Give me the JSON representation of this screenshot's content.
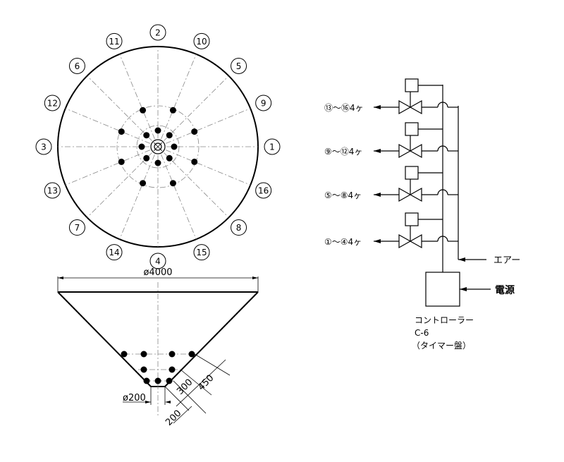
{
  "plan_view": {
    "positions": [
      {
        "label": "1",
        "angle": 0
      },
      {
        "label": "9",
        "angle": 22.5
      },
      {
        "label": "5",
        "angle": 45
      },
      {
        "label": "10",
        "angle": 67.5
      },
      {
        "label": "2",
        "angle": 90
      },
      {
        "label": "11",
        "angle": 112.5
      },
      {
        "label": "6",
        "angle": 135
      },
      {
        "label": "12",
        "angle": 157.5
      },
      {
        "label": "3",
        "angle": 180
      },
      {
        "label": "13",
        "angle": 202.5
      },
      {
        "label": "7",
        "angle": 225
      },
      {
        "label": "14",
        "angle": 247.5
      },
      {
        "label": "4",
        "angle": 270
      },
      {
        "label": "15",
        "angle": 292.5
      },
      {
        "label": "8",
        "angle": 315
      },
      {
        "label": "16",
        "angle": 337.5
      }
    ]
  },
  "elevation": {
    "diameter_label": "ø4000",
    "bottom_diameter_label": "ø200",
    "dim_300": "300",
    "dim_450": "450",
    "dim_200": "200"
  },
  "piping": {
    "branches": [
      {
        "label": "⑬〜⑯4ヶ"
      },
      {
        "label": "⑨〜⑫4ヶ"
      },
      {
        "label": "⑤〜⑧4ヶ"
      },
      {
        "label": "①〜④4ヶ"
      }
    ],
    "air_label": "エアー",
    "power_label": "電源",
    "controller_line1": "コントローラー",
    "controller_line2": "C-6",
    "controller_line3": "（タイマー盤）"
  }
}
